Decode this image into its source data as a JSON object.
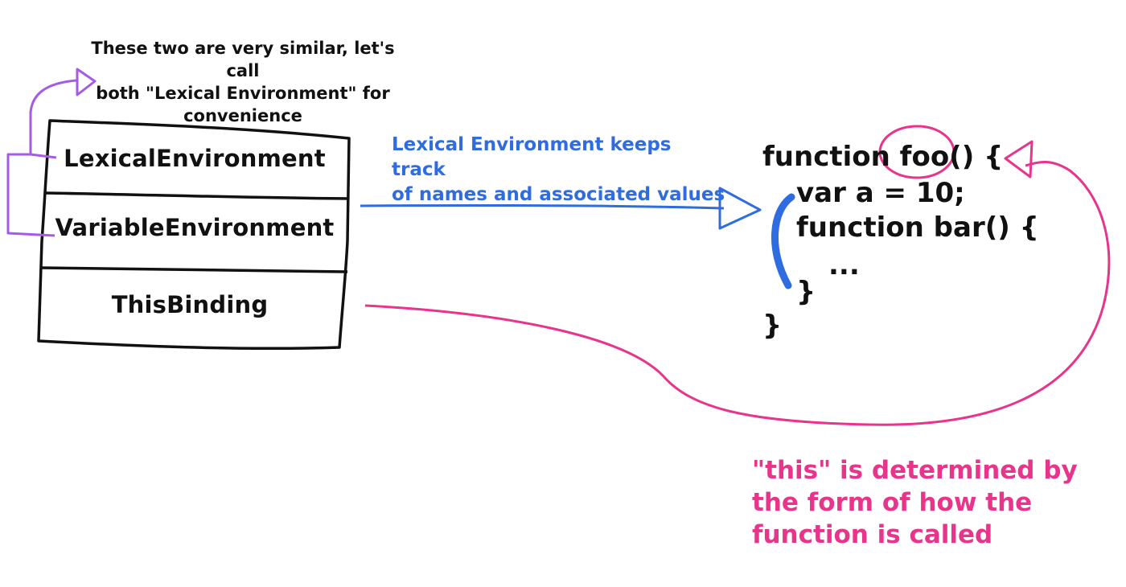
{
  "top_note": {
    "lines": [
      "These two are very similar, let's call",
      "both \"Lexical Environment\" for",
      "convenience"
    ]
  },
  "context_box": {
    "rows": [
      "LexicalEnvironment",
      "VariableEnvironment",
      "ThisBinding"
    ]
  },
  "blue_note": {
    "lines": [
      "Lexical Environment keeps track",
      "of names and associated values"
    ]
  },
  "code": {
    "lines": [
      "function foo() {",
      "var a = 10;",
      "function bar() {",
      "...",
      "}",
      "}"
    ]
  },
  "pink_note": {
    "lines": [
      "\"this\" is determined by",
      "the form of how the",
      "function is called"
    ]
  },
  "colors": {
    "ink": "#111111",
    "purple": "#a45ce6",
    "blue": "#2f6ce0",
    "pink": "#e8348b"
  }
}
